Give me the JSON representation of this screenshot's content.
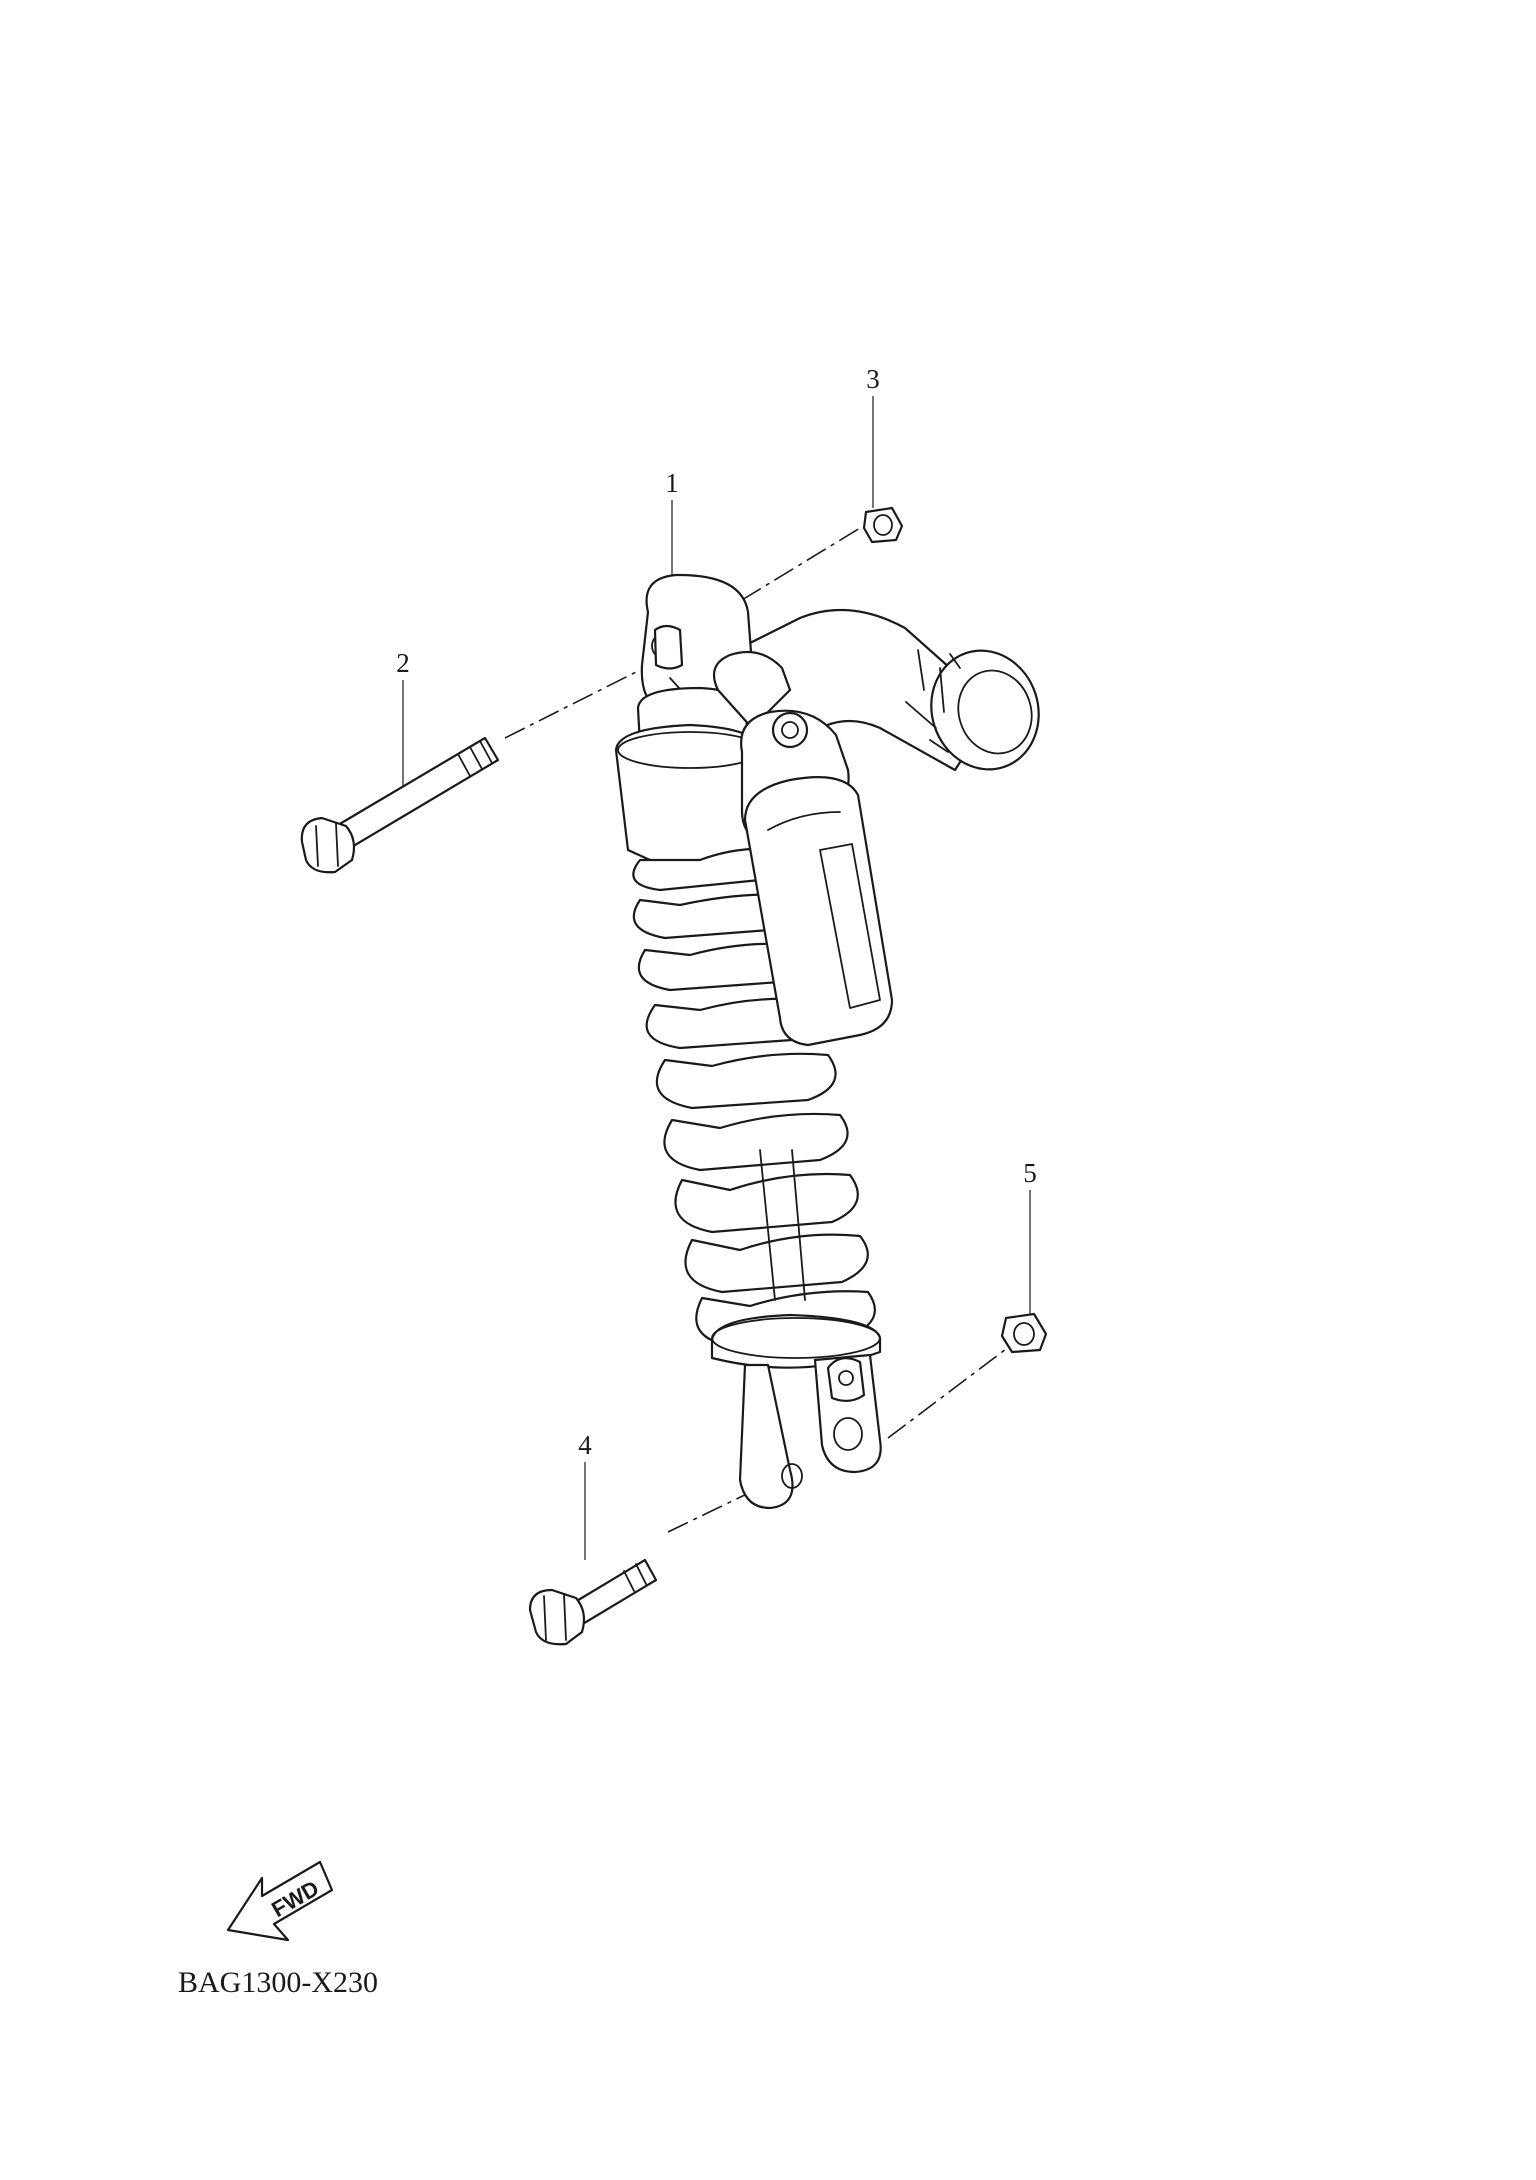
{
  "callouts": [
    {
      "id": "1",
      "label": "1"
    },
    {
      "id": "2",
      "label": "2"
    },
    {
      "id": "3",
      "label": "3"
    },
    {
      "id": "4",
      "label": "4"
    },
    {
      "id": "5",
      "label": "5"
    }
  ],
  "fwd_label": "FWD",
  "diagram_code": "BAG1300-X230"
}
